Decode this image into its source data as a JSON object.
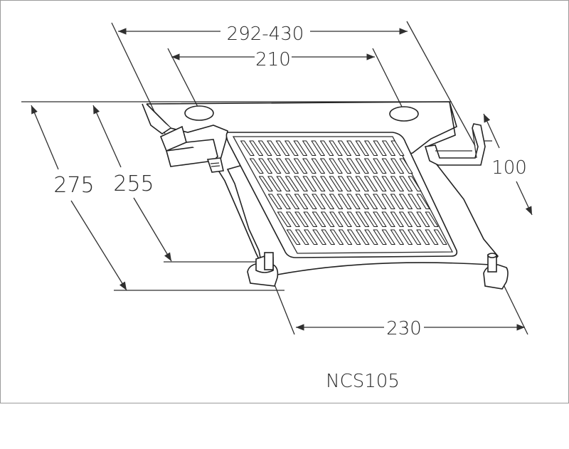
{
  "dimensions": {
    "outer_width": "292-430",
    "hole_spacing": "210",
    "overall_depth": "275",
    "tray_depth": "255",
    "clamp_height": "100",
    "base_width": "230"
  },
  "model_label": "NCS105"
}
